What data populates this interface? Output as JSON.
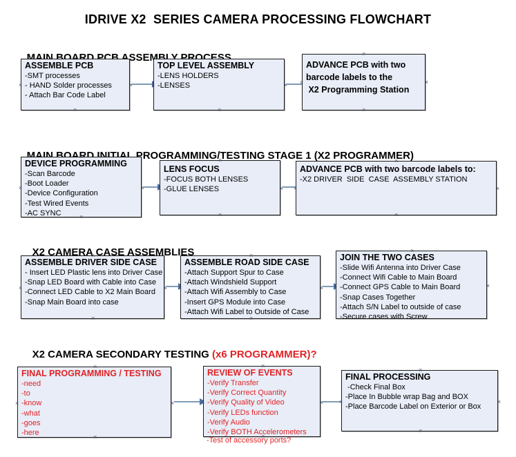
{
  "document": {
    "title": "IDRIVE X2  SERIES CAMERA PROCESSING FLOWCHART"
  },
  "sections": [
    {
      "id": "main-board-pcb-assembly",
      "heading": "MAIN BOARD PCB ASSEMBLY PROCESS",
      "heading_accent": "",
      "nodes": [
        {
          "id": "assemble-pcb",
          "title": "ASSEMBLE PCB",
          "lines": [
            "-SMT processes",
            "- HAND Solder processes",
            "- Attach Bar Code Label"
          ]
        },
        {
          "id": "top-level-assembly",
          "title": "TOP LEVEL ASSEMBLY",
          "lines": [
            "-LENS HOLDERS",
            "-LENSES"
          ]
        },
        {
          "id": "advance-pcb-to-programming-station",
          "title": "ADVANCE PCB with two\nbarcode labels to the\n X2 Programming Station",
          "lines": []
        }
      ]
    },
    {
      "id": "main-board-initial-programming",
      "heading": "MAIN BOARD INITIAL PROGRAMMING/TESTING STAGE 1 (X2 PROGRAMMER)",
      "heading_accent": "",
      "nodes": [
        {
          "id": "device-programming",
          "title": "DEVICE PROGRAMMING",
          "lines": [
            "-Scan Barcode",
            "-Boot Loader",
            "-Device Configuration",
            "-Test Wired Events",
            "-AC SYNC"
          ]
        },
        {
          "id": "lens-focus",
          "title": "LENS FOCUS",
          "lines": [
            "-FOCUS BOTH LENSES",
            "-GLUE LENSES"
          ]
        },
        {
          "id": "advance-pcb-to-driver-side-case",
          "title": "ADVANCE PCB with two barcode labels to:",
          "lines": [
            "-X2 DRIVER  SIDE  CASE  ASSEMBLY STATION"
          ]
        }
      ]
    },
    {
      "id": "x2-camera-case-assemblies",
      "heading": "X2 CAMERA CASE ASSEMBLIES",
      "heading_accent": "",
      "nodes": [
        {
          "id": "assemble-driver-side-case",
          "title": "ASSEMBLE DRIVER SIDE CASE",
          "lines": [
            "- Insert LED Plastic lens into Driver Case",
            "-Snap LED Board with Cable into Case",
            "-Connect LED Cable to X2 Main Board",
            "-Snap Main Board into case"
          ]
        },
        {
          "id": "assemble-road-side-case",
          "title": "ASSEMBLE ROAD SIDE CASE",
          "lines": [
            "-Attach Support Spur to Case",
            "-Attach Windshield Support",
            "-Attach Wifi Assembly to Case",
            "-Insert GPS Module into Case",
            "-Attach Wifi Label to Outside of Case"
          ]
        },
        {
          "id": "join-the-two-cases",
          "title": "JOIN THE TWO CASES",
          "lines": [
            "-Slide Wifi Antenna into Driver Case",
            "-Connect Wifi Cable to Main Board",
            "-Connect GPS Cable to Main Board",
            "-Snap Cases Together",
            "-Attach S/N Label to outside of case",
            "-Secure cases with Screw"
          ]
        }
      ]
    },
    {
      "id": "x2-camera-secondary-testing",
      "heading": "X2 CAMERA SECONDARY TESTING ",
      "heading_accent": "(x6 PROGRAMMER)?",
      "nodes": [
        {
          "id": "final-programming-testing",
          "title": "FINAL PROGRAMMING / TESTING",
          "lines": [
            "-need",
            "-to",
            "-know",
            "-what",
            "-goes",
            "-here"
          ]
        },
        {
          "id": "review-of-events",
          "title": "REVIEW OF EVENTS",
          "lines": [
            "-Verify Transfer",
            "-Verify Correct Quantity",
            "-Verify Quality of Video",
            "-Verify LEDs function",
            "-Verify Audio",
            "-Verify BOTH Accelerometers"
          ],
          "overflow_line": "-Test of accessory ports?"
        },
        {
          "id": "final-processing",
          "title": "FINAL PROCESSING",
          "lines": [
            " -Check Final Box",
            "-Place In Bubble wrap Bag and BOX",
            "-Place Barcode Label on Exterior or Box"
          ]
        }
      ]
    }
  ],
  "colors": {
    "box_fill": "#e8edf7",
    "box_border": "#1b1b1b",
    "arrow": "#7f9ab5",
    "arrow_head": "#4a6fa5",
    "accent_red": "#e02427",
    "text": "#000000"
  },
  "icons": {
    "handle": "connection-handle-x",
    "arrow": "flow-arrow-right"
  }
}
